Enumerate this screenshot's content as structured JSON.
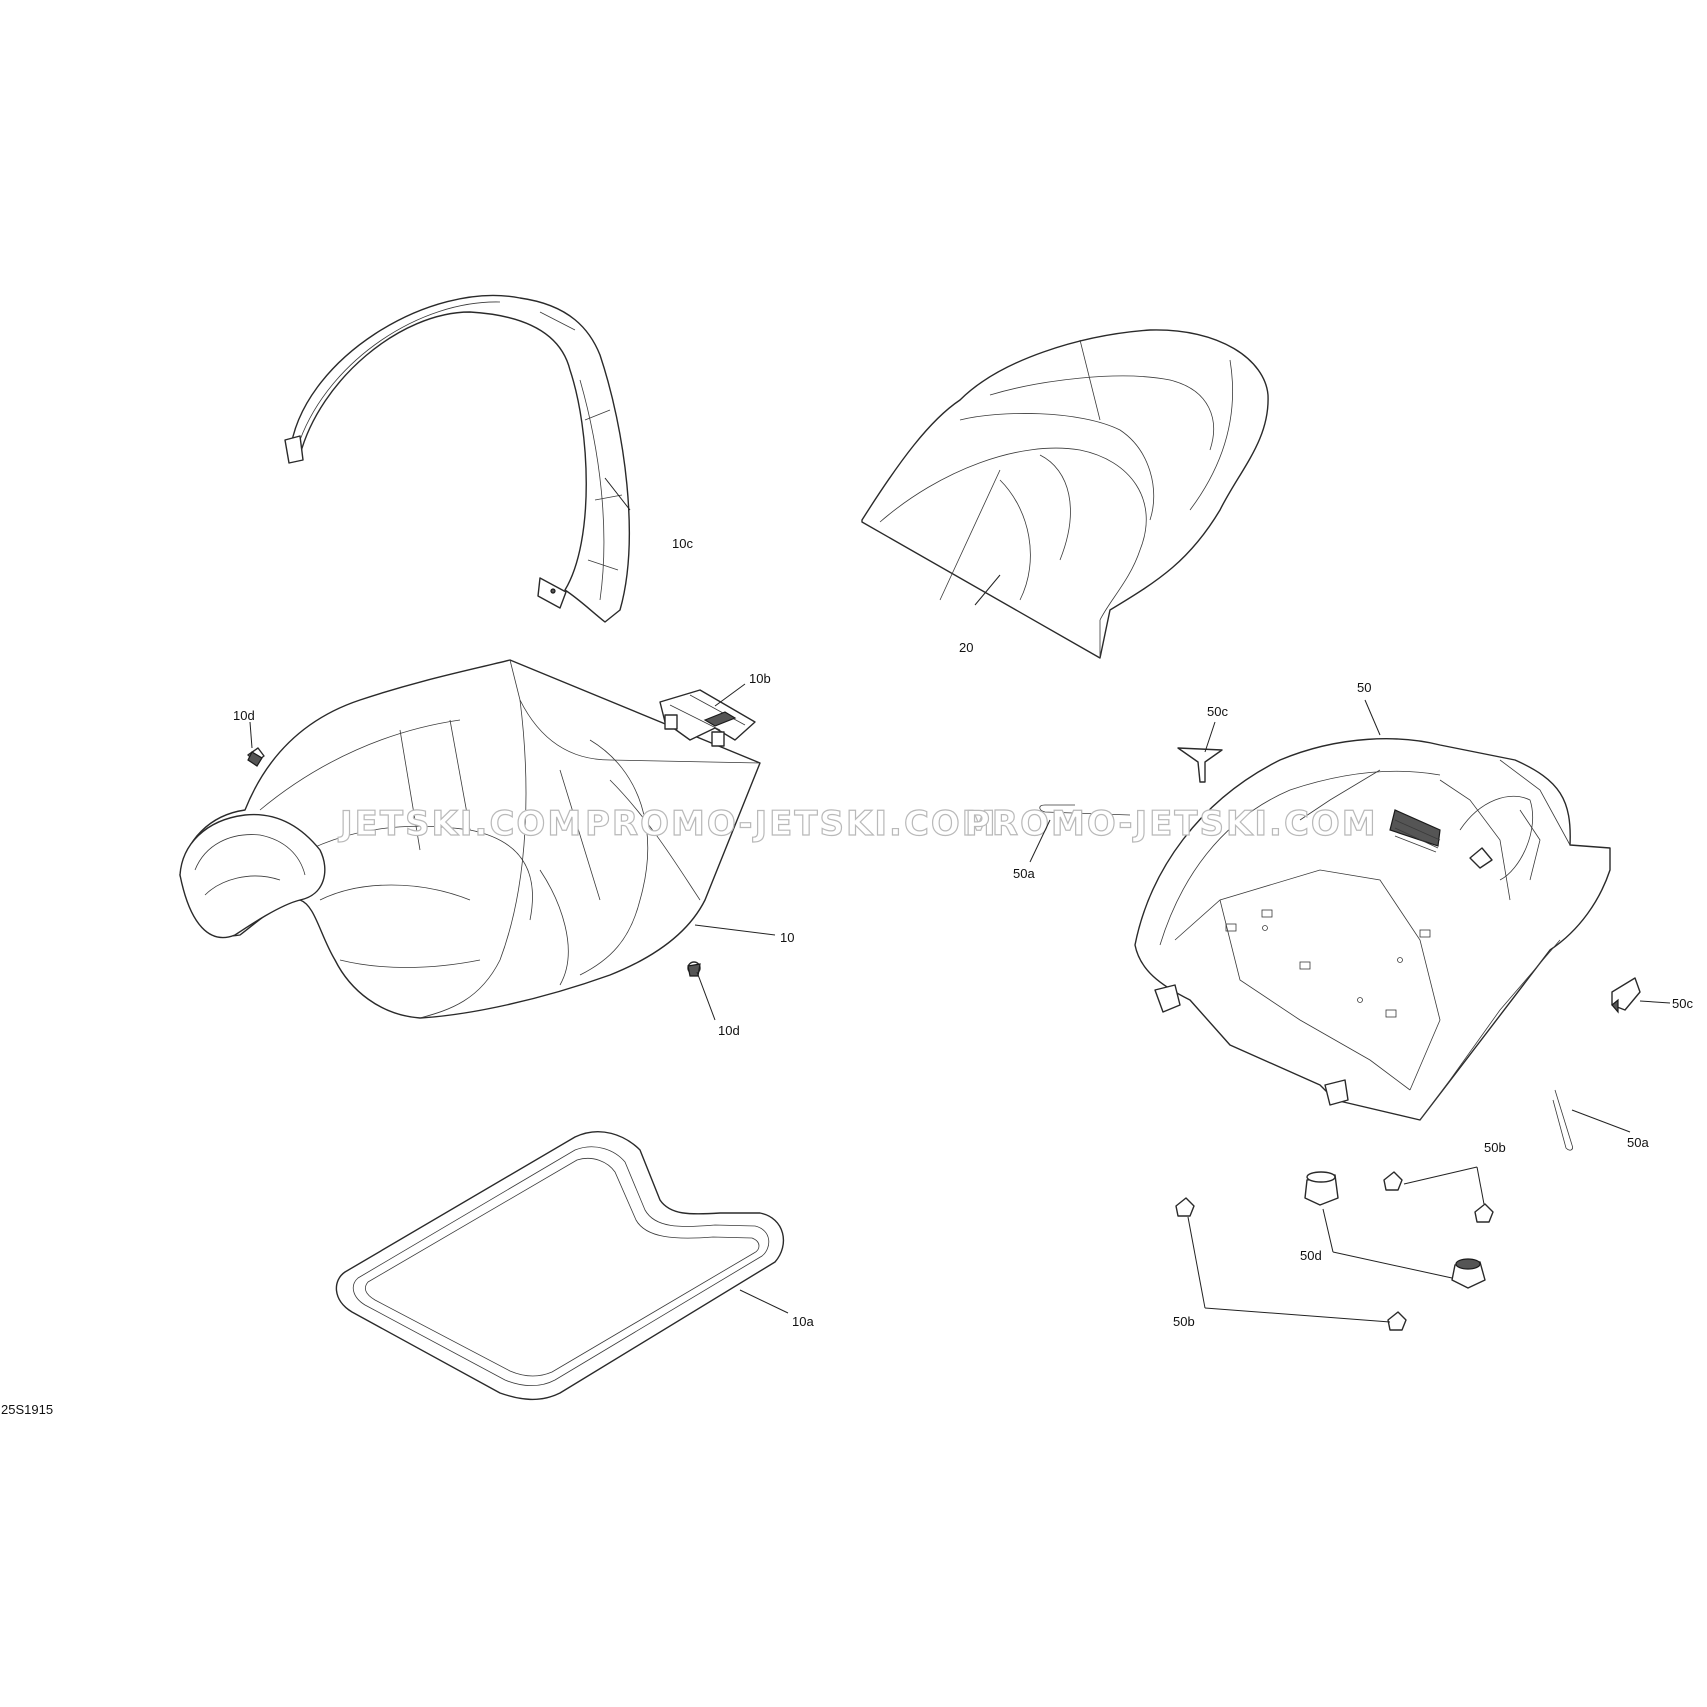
{
  "diagram": {
    "id": "25S1915",
    "watermark": [
      "JETSKI.COM",
      "PROMO-JETSKI.COM",
      "PROMO-JETSKI.COM"
    ],
    "callouts": {
      "c10c": "10c",
      "c20": "20",
      "c10b": "10b",
      "c10d_top": "10d",
      "c10": "10",
      "c10d_bottom": "10d",
      "c10a": "10a",
      "c50": "50",
      "c50c_top": "50c",
      "c50a_left": "50a",
      "c50c_right": "50c",
      "c50a_right": "50a",
      "c50b_top": "50b",
      "c50d": "50d",
      "c50b_bottom": "50b"
    }
  }
}
